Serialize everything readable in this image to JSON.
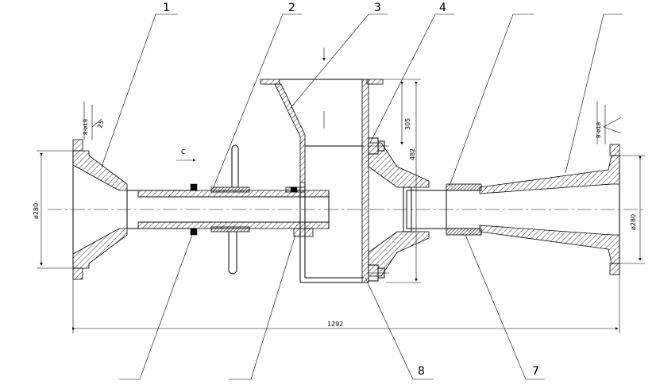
{
  "balloons": {
    "b1": "1",
    "b2": "2",
    "b3": "3",
    "b4": "4",
    "b7": "7",
    "b8": "8"
  },
  "dimensions": {
    "overall_length": "1292",
    "left_diameter": "ø280",
    "right_diameter": "ø280",
    "height_305": "305",
    "height_482": "482",
    "left_bolts": "8-ø18",
    "right_bolts": "8-ø18",
    "angle": "25"
  },
  "section_mark": "C"
}
